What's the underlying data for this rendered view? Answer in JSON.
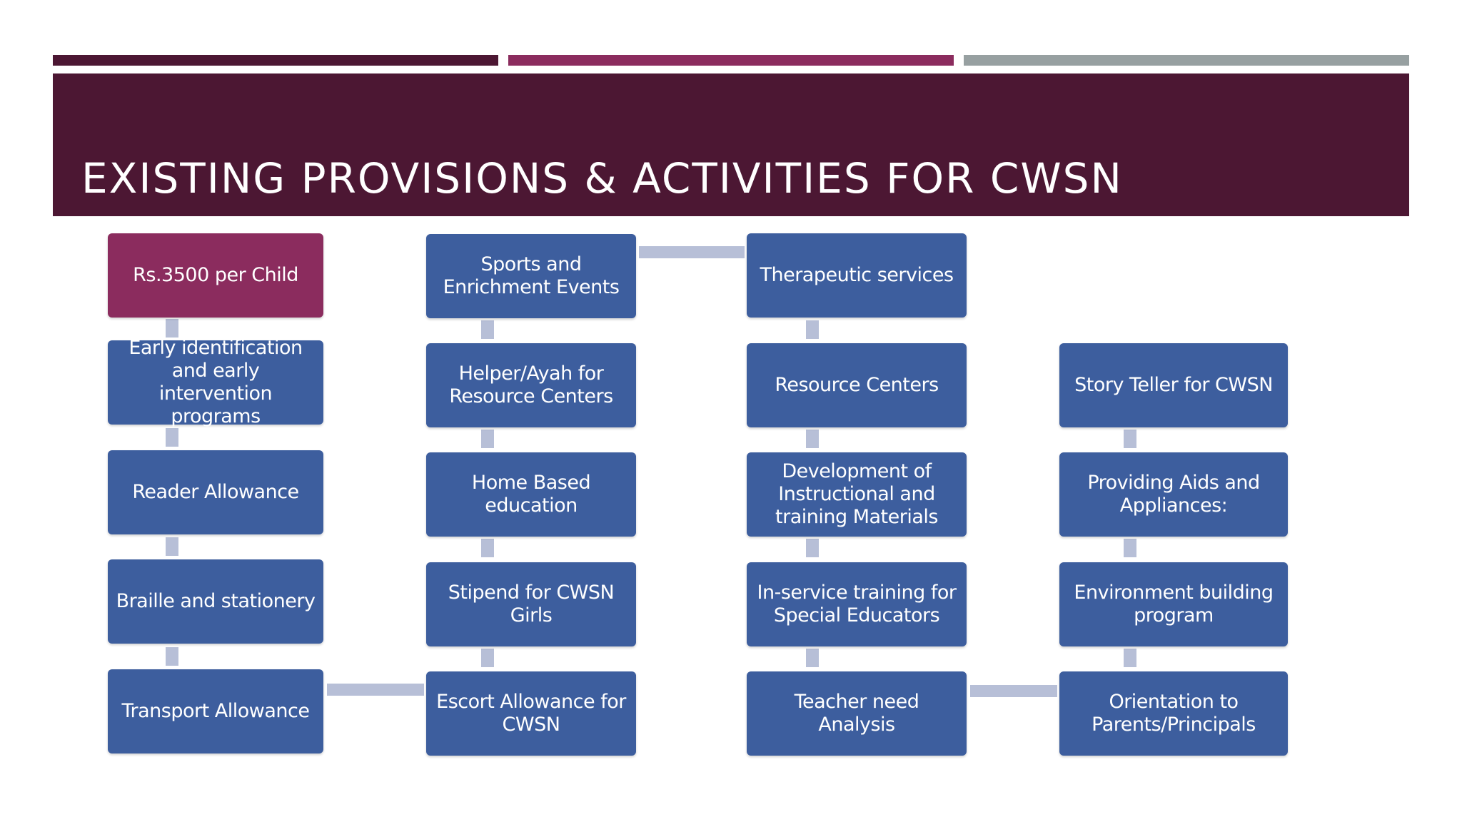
{
  "slide": {
    "title": "EXISTING PROVISIONS & ACTIVITIES FOR CWSN",
    "accent_colors": [
      "#4c1733",
      "#8b2c5e",
      "#97a0a1"
    ],
    "band_color": "#4c1733"
  },
  "diagram": {
    "box_color": "#3d5e9e",
    "highlight_color": "#8b2c5e",
    "connector_color": "#b7bfd7",
    "columns": [
      {
        "items": [
          "Rs.3500 per Child",
          "Early identification and early intervention programs",
          "Reader Allowance",
          "Braille and stationery",
          "Transport Allowance"
        ]
      },
      {
        "items": [
          "Sports and Enrichment Events",
          "Helper/Ayah for Resource Centers",
          "Home Based education",
          "Stipend for CWSN Girls",
          "Escort Allowance for CWSN"
        ]
      },
      {
        "items": [
          "Therapeutic services",
          "Resource Centers",
          "Development of Instructional and training Materials",
          "In-service training for Special Educators",
          "Teacher need Analysis"
        ]
      },
      {
        "items": [
          "Story Teller for CWSN",
          "Providing Aids and Appliances:",
          "Environment building program",
          "Orientation to Parents/Principals"
        ]
      }
    ]
  }
}
